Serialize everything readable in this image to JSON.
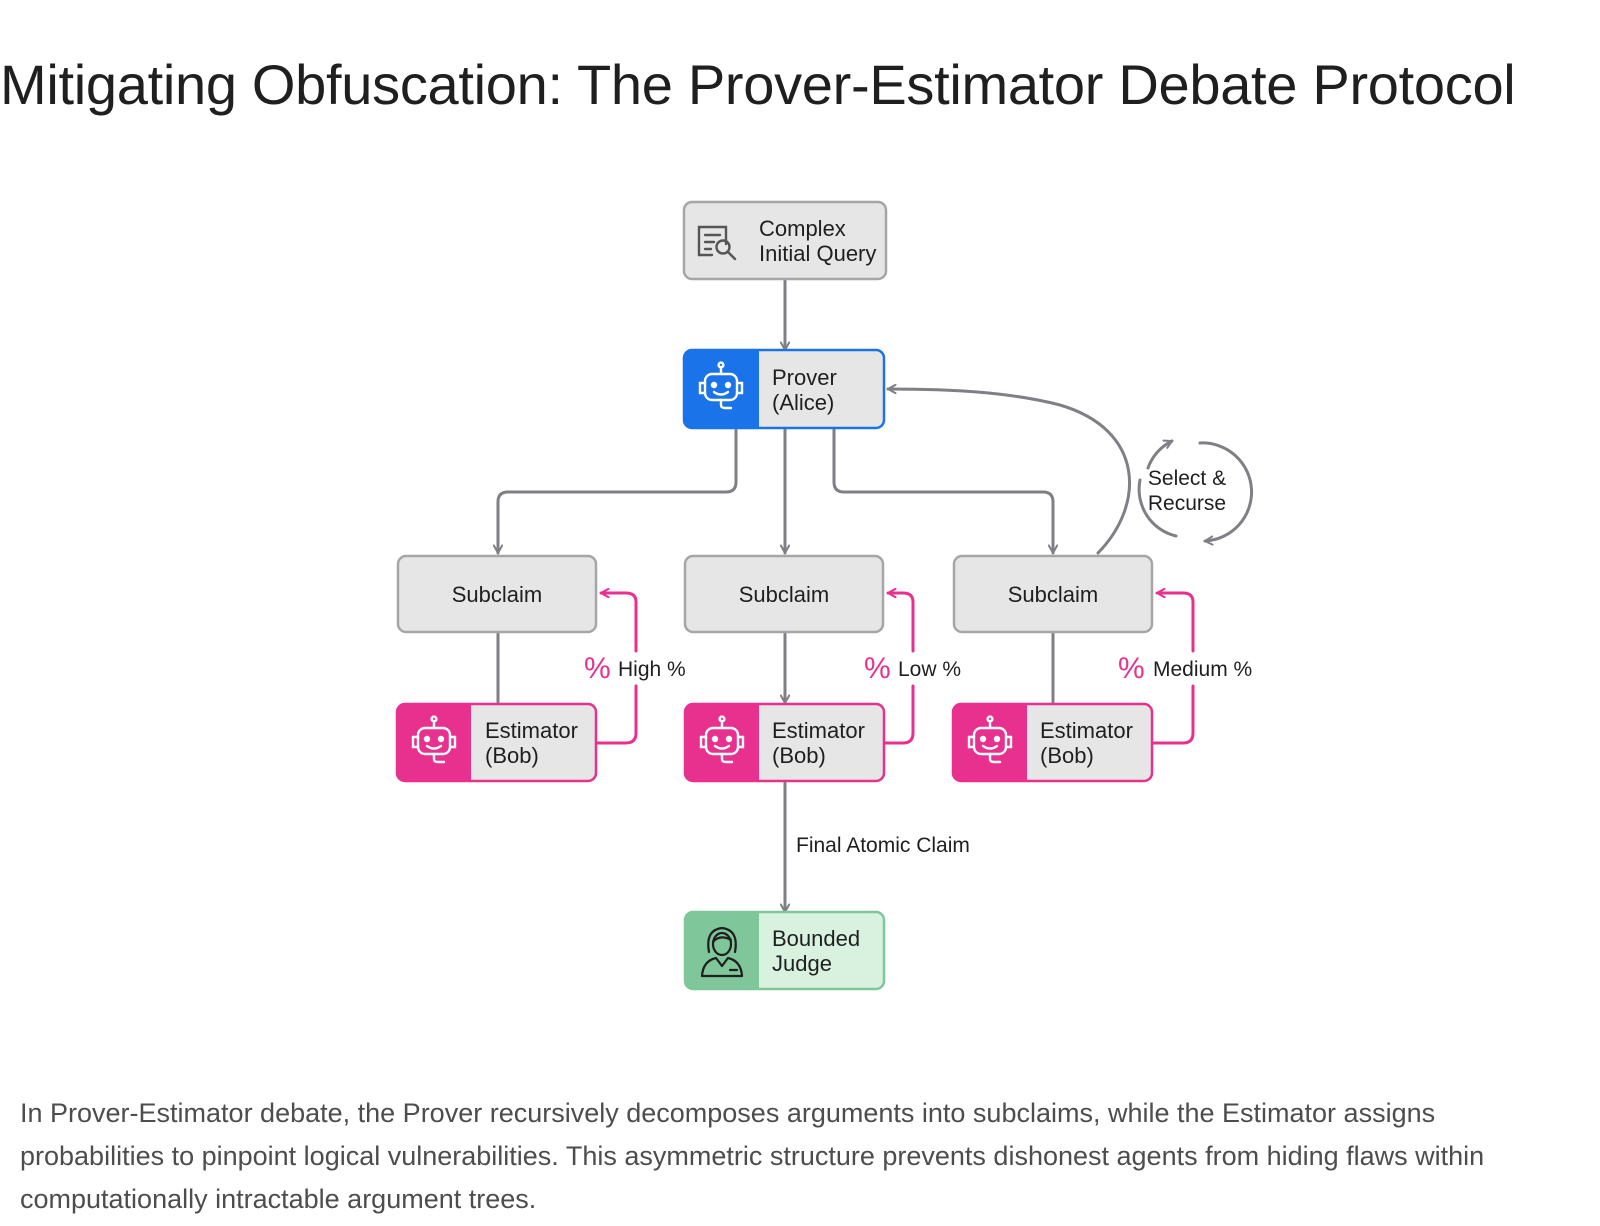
{
  "title": "Mitigating Obfuscation: The Prover-Estimator Debate Protocol",
  "caption": "In Prover-Estimator debate, the Prover recursively decomposes arguments into subclaims, while the Estimator assigns probabilities to pinpoint logical vulnerabilities. This asymmetric structure prevents dishonest agents from hiding flaws within computationally intractable argument trees.",
  "colors": {
    "prover": "#1a73e8",
    "estimator": "#e8318f",
    "judge": "#7fc79a",
    "node_fill": "#e6e6e6",
    "node_border": "#a6a6a6",
    "edge": "#7f7f85"
  },
  "nodes": {
    "query": {
      "line1": "Complex",
      "line2": "Initial Query",
      "icon": "document-search-icon"
    },
    "prover": {
      "line1": "Prover",
      "line2": "(Alice)",
      "icon": "robot-icon"
    },
    "subclaim_1": {
      "label": "Subclaim"
    },
    "subclaim_2": {
      "label": "Subclaim"
    },
    "subclaim_3": {
      "label": "Subclaim"
    },
    "estimator_1": {
      "line1": "Estimator",
      "line2": "(Bob)",
      "icon": "robot-icon"
    },
    "estimator_2": {
      "line1": "Estimator",
      "line2": "(Bob)",
      "icon": "robot-icon"
    },
    "estimator_3": {
      "line1": "Estimator",
      "line2": "(Bob)",
      "icon": "robot-icon"
    },
    "judge": {
      "line1": "Bounded",
      "line2": "Judge",
      "icon": "person-icon"
    }
  },
  "edge_labels": {
    "estimate_1": "High %",
    "estimate_2": "Low %",
    "estimate_3": "Medium %",
    "percent_symbol": "%",
    "final": "Final Atomic Claim",
    "recurse_line1": "Select &",
    "recurse_line2": "Recurse"
  }
}
